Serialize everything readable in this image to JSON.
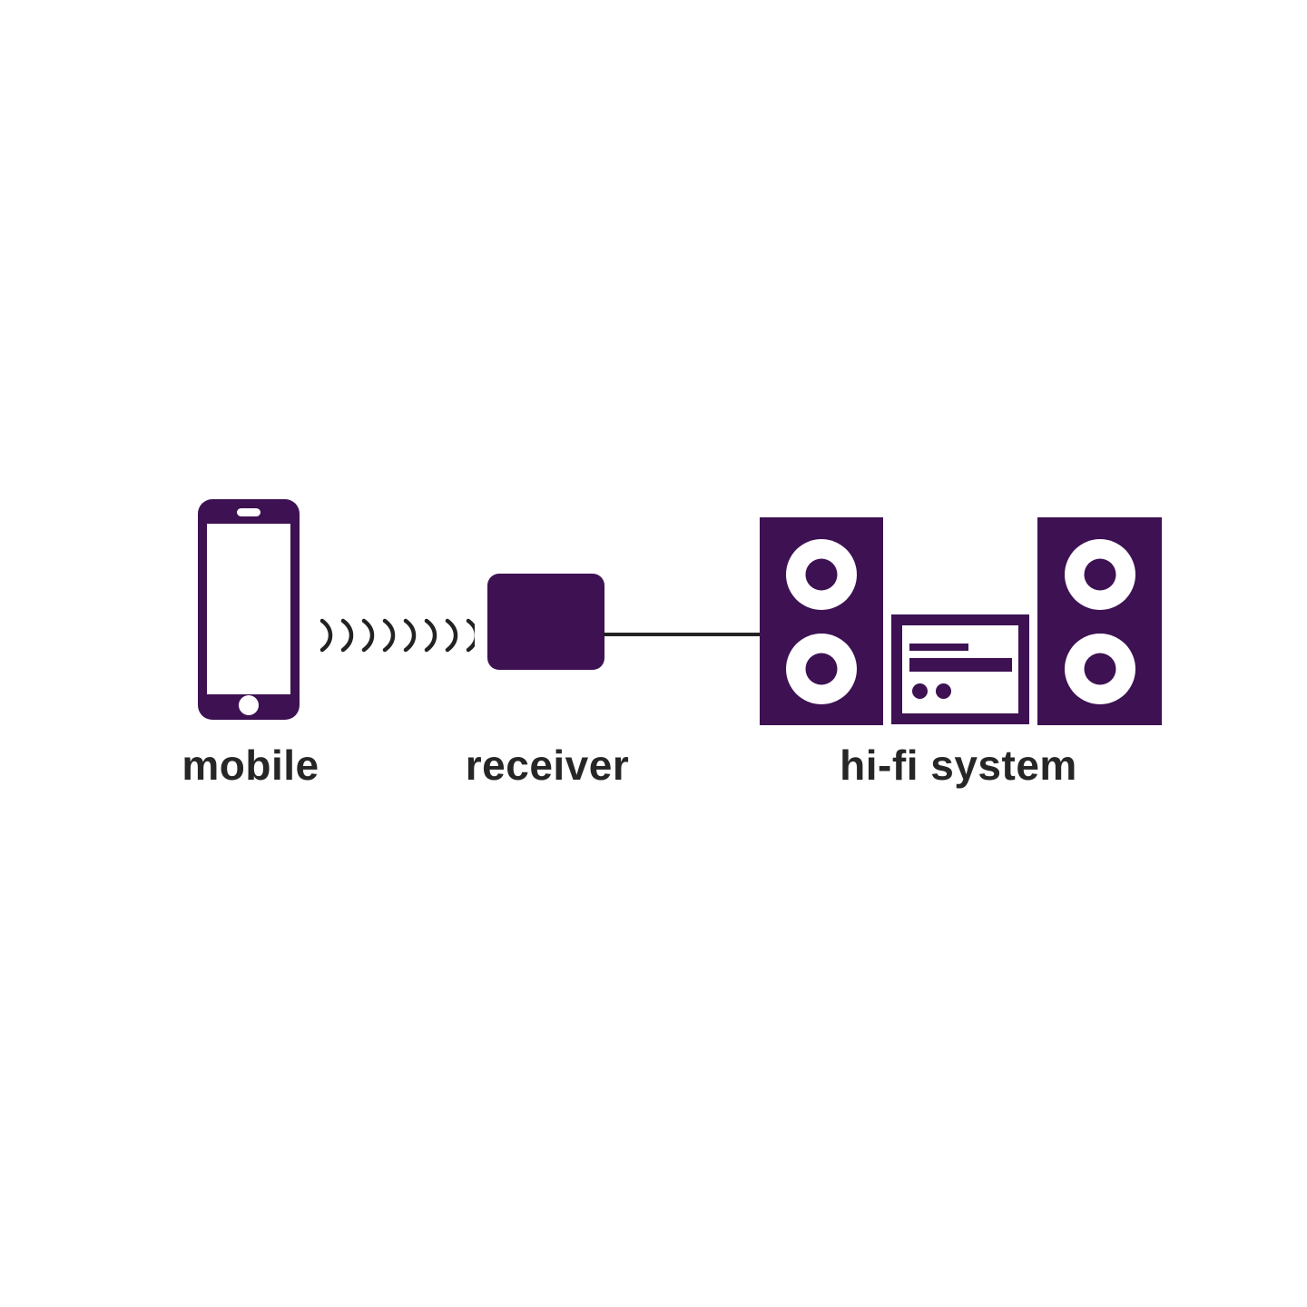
{
  "colors": {
    "primary_purple": "#3D1152",
    "connector_dark": "#222222",
    "label_text": "#262626",
    "background": "#FFFFFF",
    "icon_white": "#FFFFFF"
  },
  "diagram": {
    "nodes": [
      {
        "id": "mobile",
        "label": "mobile",
        "icon": "smartphone-icon"
      },
      {
        "id": "receiver",
        "label": "receiver",
        "icon": "receiver-box-icon"
      },
      {
        "id": "hifi",
        "label": "hi-fi system",
        "icon": "hifi-system-icon"
      }
    ],
    "connections": [
      {
        "from": "mobile",
        "to": "receiver",
        "type": "wireless-signal",
        "waves": 8
      },
      {
        "from": "receiver",
        "to": "hifi",
        "type": "wired-cable"
      }
    ]
  }
}
